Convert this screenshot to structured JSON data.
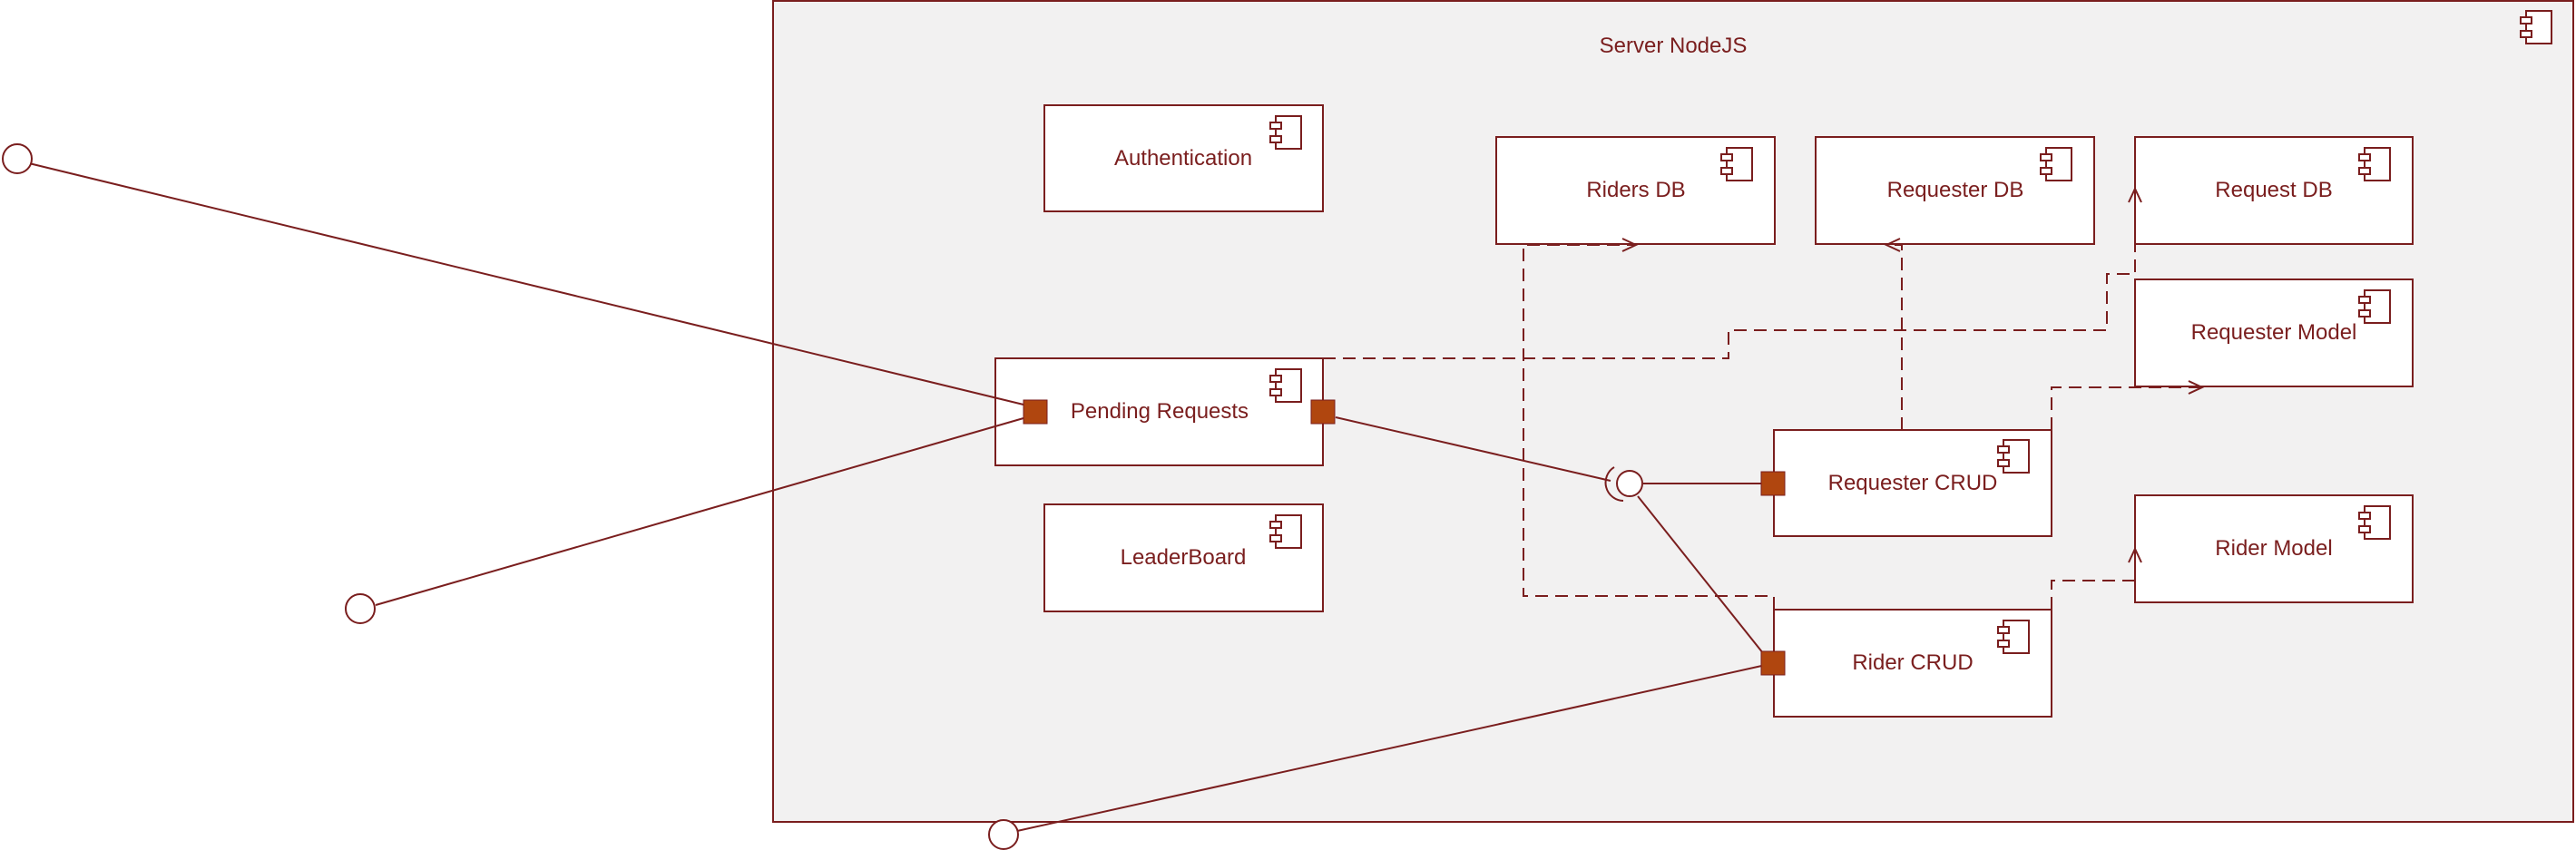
{
  "diagram": {
    "container": {
      "title": "Server NodeJS"
    },
    "components": {
      "authentication": "Authentication",
      "pending_requests": "Pending Requests",
      "leaderboard": "LeaderBoard",
      "riders_db": "Riders DB",
      "requester_db": "Requester DB",
      "request_db": "Request DB",
      "requester_model": "Requester Model",
      "requester_crud": "Requester CRUD",
      "rider_model": "Rider Model",
      "rider_crud": "Rider CRUD"
    },
    "colors": {
      "line": "#7a1e1e",
      "container_fill": "#f2f1f1",
      "component_fill": "#ffffff",
      "port_fill": "#b0460f"
    }
  }
}
